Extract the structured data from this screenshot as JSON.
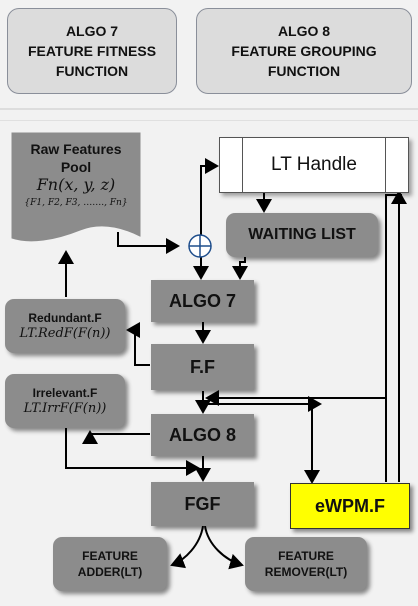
{
  "legend": {
    "algo7": {
      "line1": "ALGO 7",
      "line2": "FEATURE FITNESS",
      "line3": "FUNCTION"
    },
    "algo8": {
      "line1": "ALGO 8",
      "line2": "FEATURE GROUPING",
      "line3": "FUNCTION"
    }
  },
  "diagram": {
    "raw_pool": {
      "line1": "Raw Features",
      "line2": "Pool",
      "formula": "Fn(x, y, z)",
      "set": "{F1, F2, F3, ……., Fn}"
    },
    "lt_handle": "LT Handle",
    "waiting_list": "WAITING LIST",
    "algo7": "ALGO 7",
    "ff": "F.F",
    "algo8": "ALGO 8",
    "fgf": "FGF",
    "redundant": {
      "title": "Redundant.F",
      "formula": "LT.RedF(F(n))"
    },
    "irrelevant": {
      "title": "Irrelevant.F",
      "formula": "LT.IrrF(F(n))"
    },
    "ewpm": "eWPM.F",
    "feature_adder": {
      "line1": "FEATURE",
      "line2": "ADDER(LT)"
    },
    "feature_remover": {
      "line1": "FEATURE",
      "line2": "REMOVER(LT)"
    }
  },
  "colors": {
    "node_gray": "#8c8c8c",
    "highlight": "#ffff00",
    "legend_bg": "#dcdcdc"
  }
}
